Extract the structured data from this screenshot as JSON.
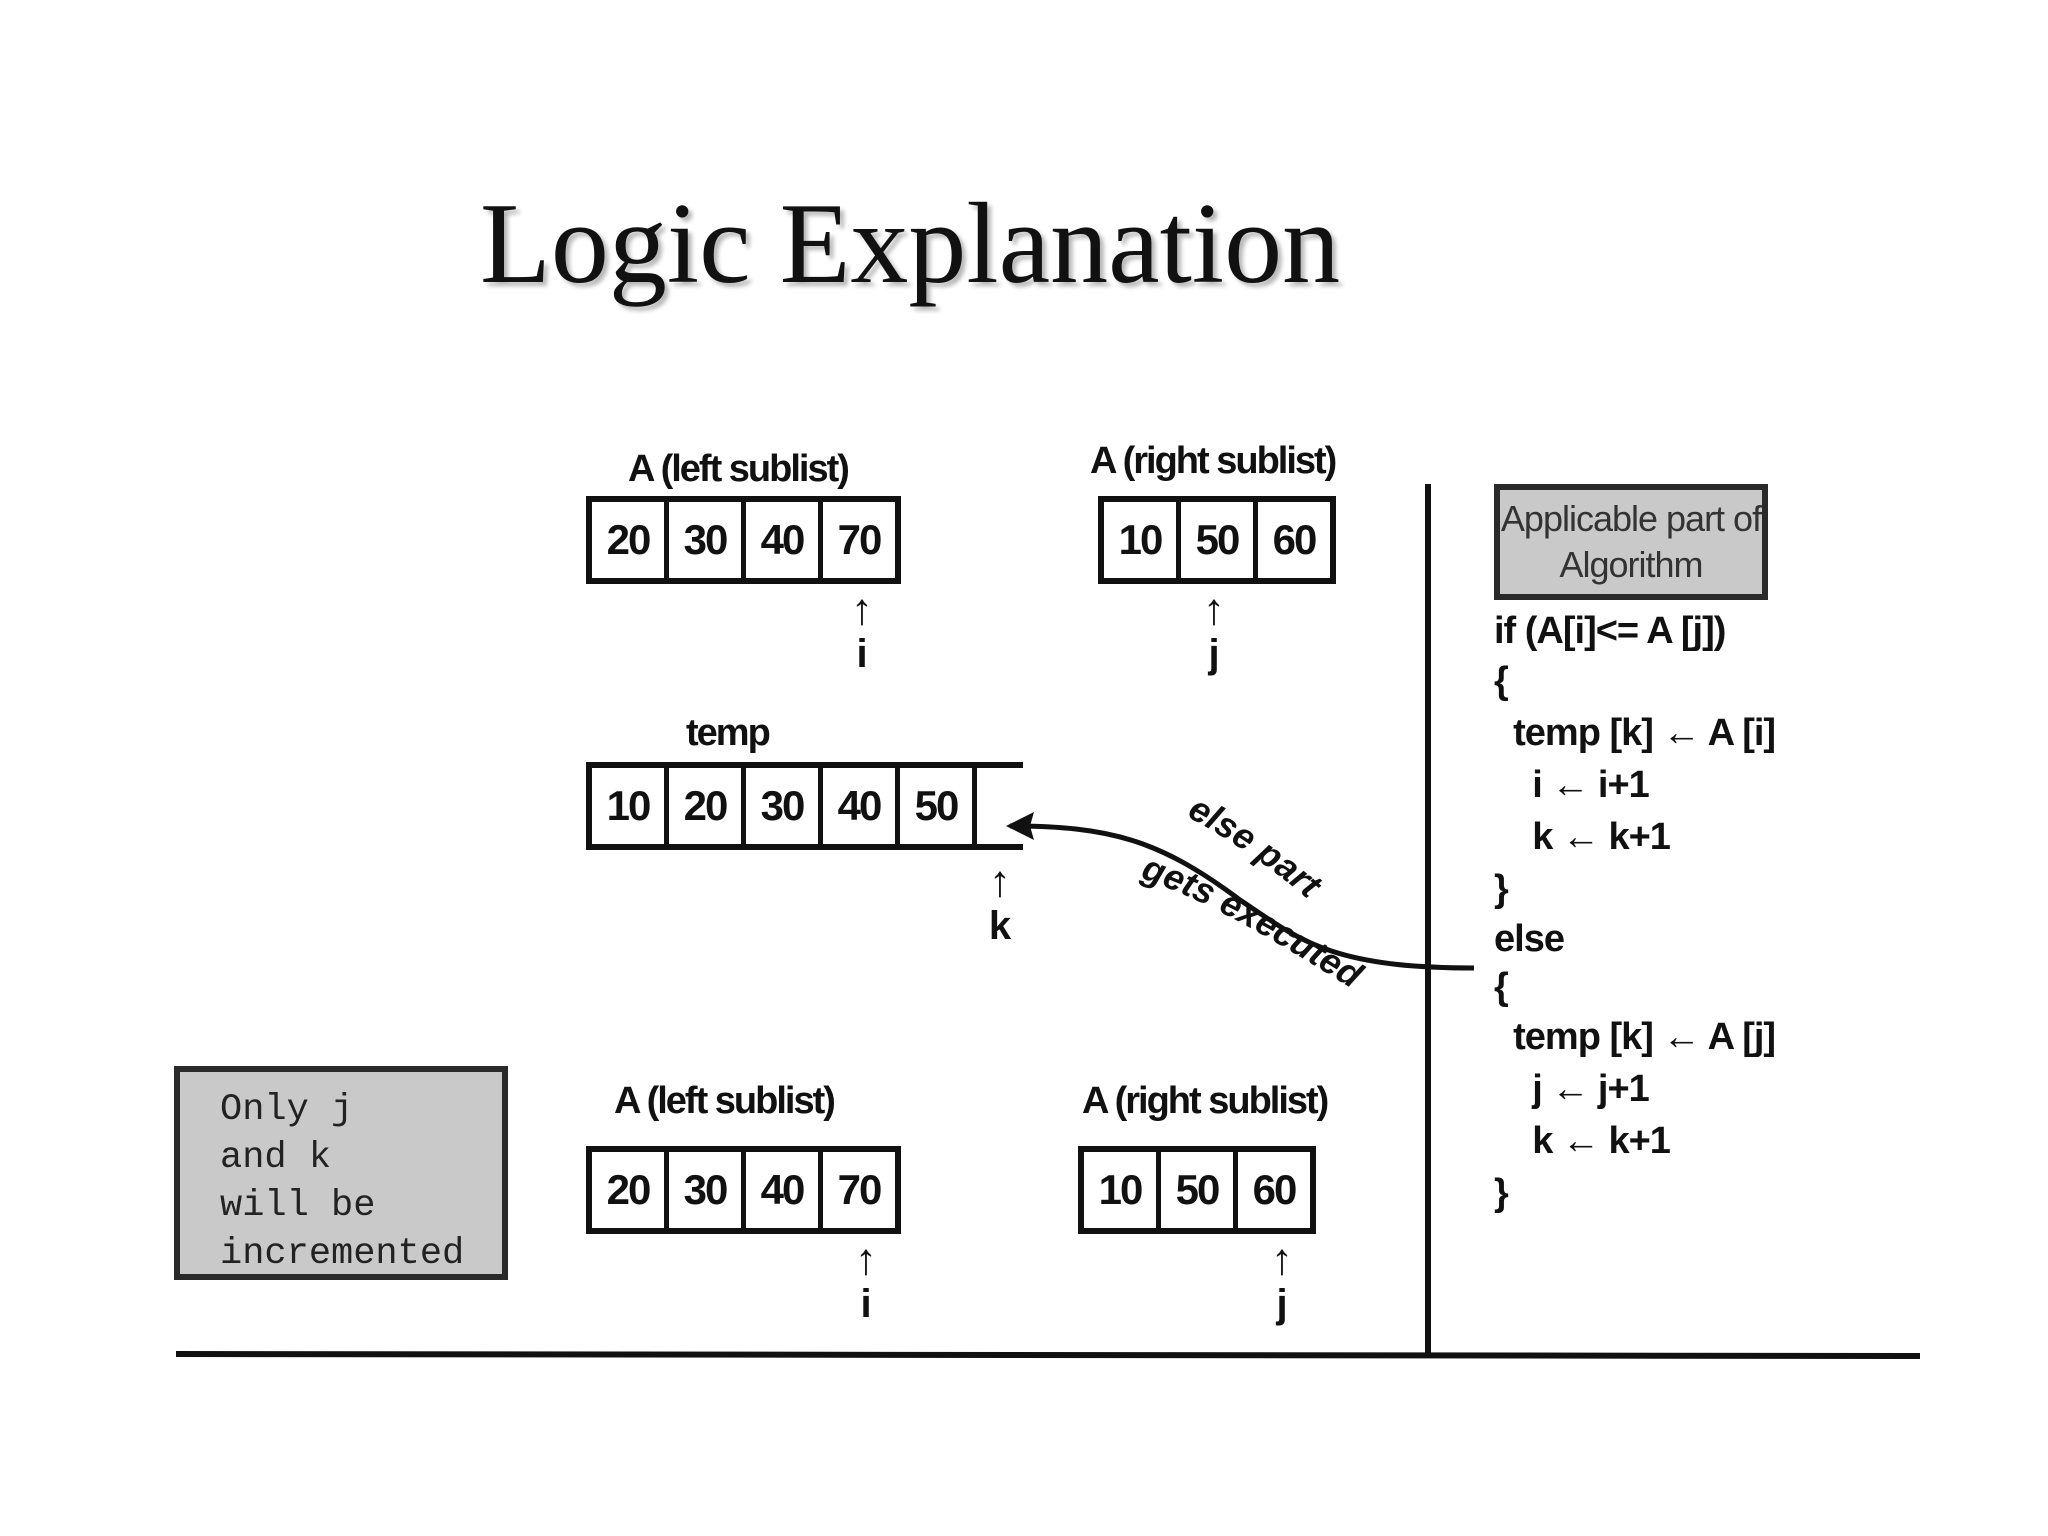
{
  "title": "Logic Explanation",
  "top": {
    "left_label": "A (left sublist)",
    "left_values": [
      "20",
      "30",
      "40",
      "70"
    ],
    "right_label": "A (right sublist)",
    "right_values": [
      "10",
      "50",
      "60"
    ],
    "i_label": "i",
    "j_label": "j",
    "arrow": "↑"
  },
  "temp": {
    "label": "temp",
    "values": [
      "10",
      "20",
      "30",
      "40",
      "50"
    ],
    "k_label": "k"
  },
  "else_note": {
    "line1": "else part",
    "line2": "gets executed"
  },
  "algorithm": {
    "header_line1": "Applicable part of",
    "header_line2": "Algorithm",
    "lines": [
      "if (A[i]<= A [j])",
      "{",
      "  temp [k] ← A [i]",
      "    i ← i+1",
      "    k ← k+1",
      "}",
      "else",
      "{",
      "  temp [k] ← A [j]",
      "    j ← j+1",
      "    k ← k+1",
      "}"
    ]
  },
  "bottom": {
    "note_lines": [
      "Only j",
      "and k",
      "will be",
      "incremented"
    ],
    "left_label": "A (left sublist)",
    "left_values": [
      "20",
      "30",
      "40",
      "70"
    ],
    "right_label": "A (right sublist)",
    "right_values": [
      "10",
      "50",
      "60"
    ],
    "i_label": "i",
    "j_label": "j",
    "arrow": "↑"
  }
}
